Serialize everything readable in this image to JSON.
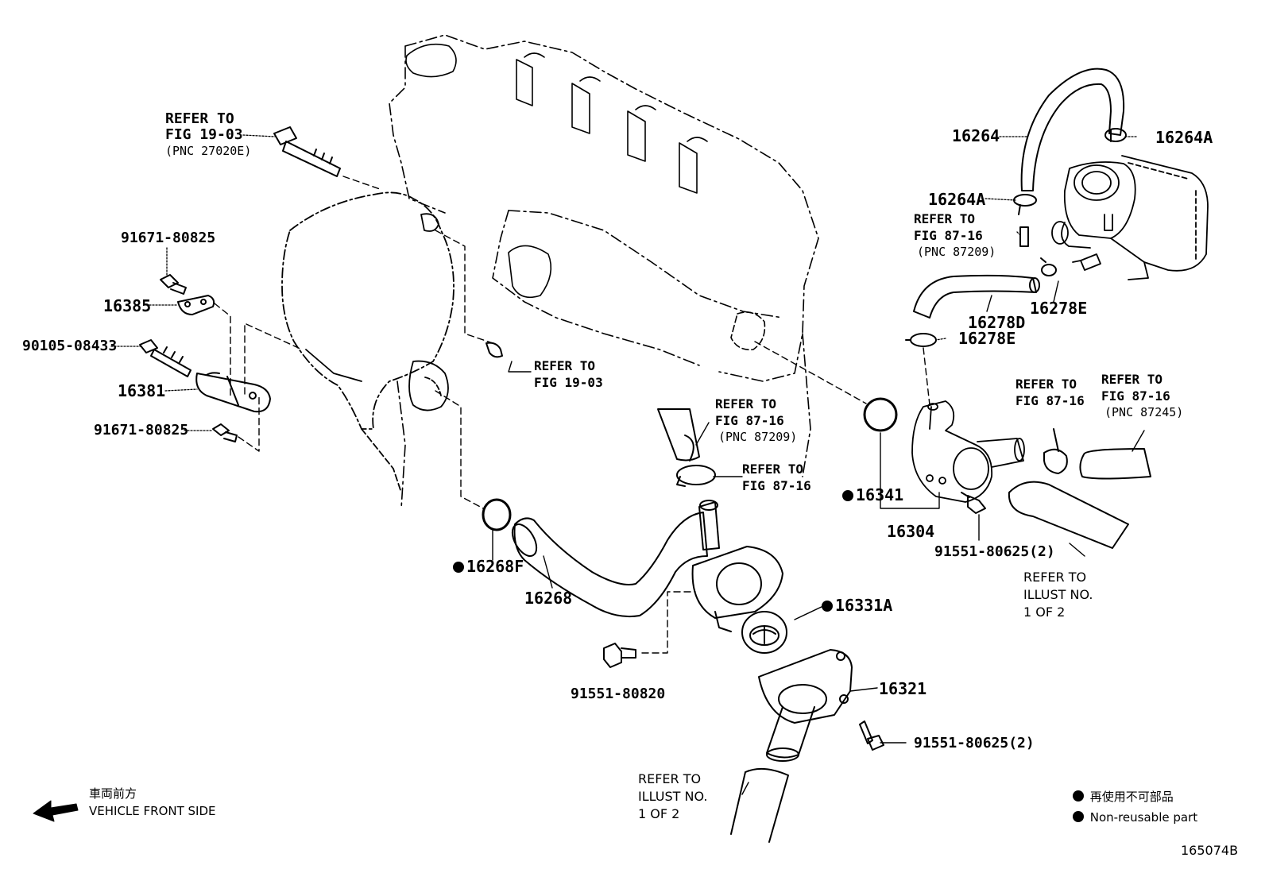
{
  "diagram_id": "165074B",
  "labels": {
    "refer_19_03_top": [
      "REFER TO",
      "FIG 19-03",
      "(PNC 27020E)"
    ],
    "p91671_top": "91671-80825",
    "p16385": "16385",
    "p90105": "90105-08433",
    "p16381": "16381",
    "p91671_bottom": "91671-80825",
    "refer_19_03_mid": [
      "REFER TO",
      "FIG 19-03"
    ],
    "refer_87_16_pnc87209_mid": [
      "REFER TO",
      "FIG 87-16",
      "(PNC 87209)"
    ],
    "refer_87_16_clamp_mid": [
      "REFER TO",
      "FIG 87-16"
    ],
    "p16268f": "16268F",
    "p16268": "16268",
    "p91551_80820": "91551-80820",
    "p16331a": "16331A",
    "p16321": "16321",
    "p91551_bottom": "91551-80625(2)",
    "refer_illust_bottom": [
      "REFER TO",
      "ILLUST NO.",
      "1 OF 2"
    ],
    "p16264": "16264",
    "p16264a_right": "16264A",
    "p16264a_left": "16264A",
    "refer_87_16_pnc87209_right": [
      "REFER TO",
      "FIG 87-16",
      "(PNC 87209)"
    ],
    "p16278d": "16278D",
    "p16278e_right": "16278E",
    "p16278e_left": "16278E",
    "refer_87_16_a": [
      "REFER TO",
      "FIG 87-16"
    ],
    "refer_87_16_pnc87245": [
      "REFER TO",
      "FIG 87-16",
      "(PNC 87245)"
    ],
    "p16341": "16341",
    "p16304": "16304",
    "p91551_right": "91551-80625(2)",
    "refer_illust_right": [
      "REFER TO",
      "ILLUST NO.",
      "1 OF 2"
    ]
  },
  "legend": {
    "front_jp": "車両前方",
    "front_en": "VEHICLE FRONT SIDE",
    "nonreusable_jp": "再使用不可部品",
    "nonreusable_en": "Non-reusable part"
  }
}
